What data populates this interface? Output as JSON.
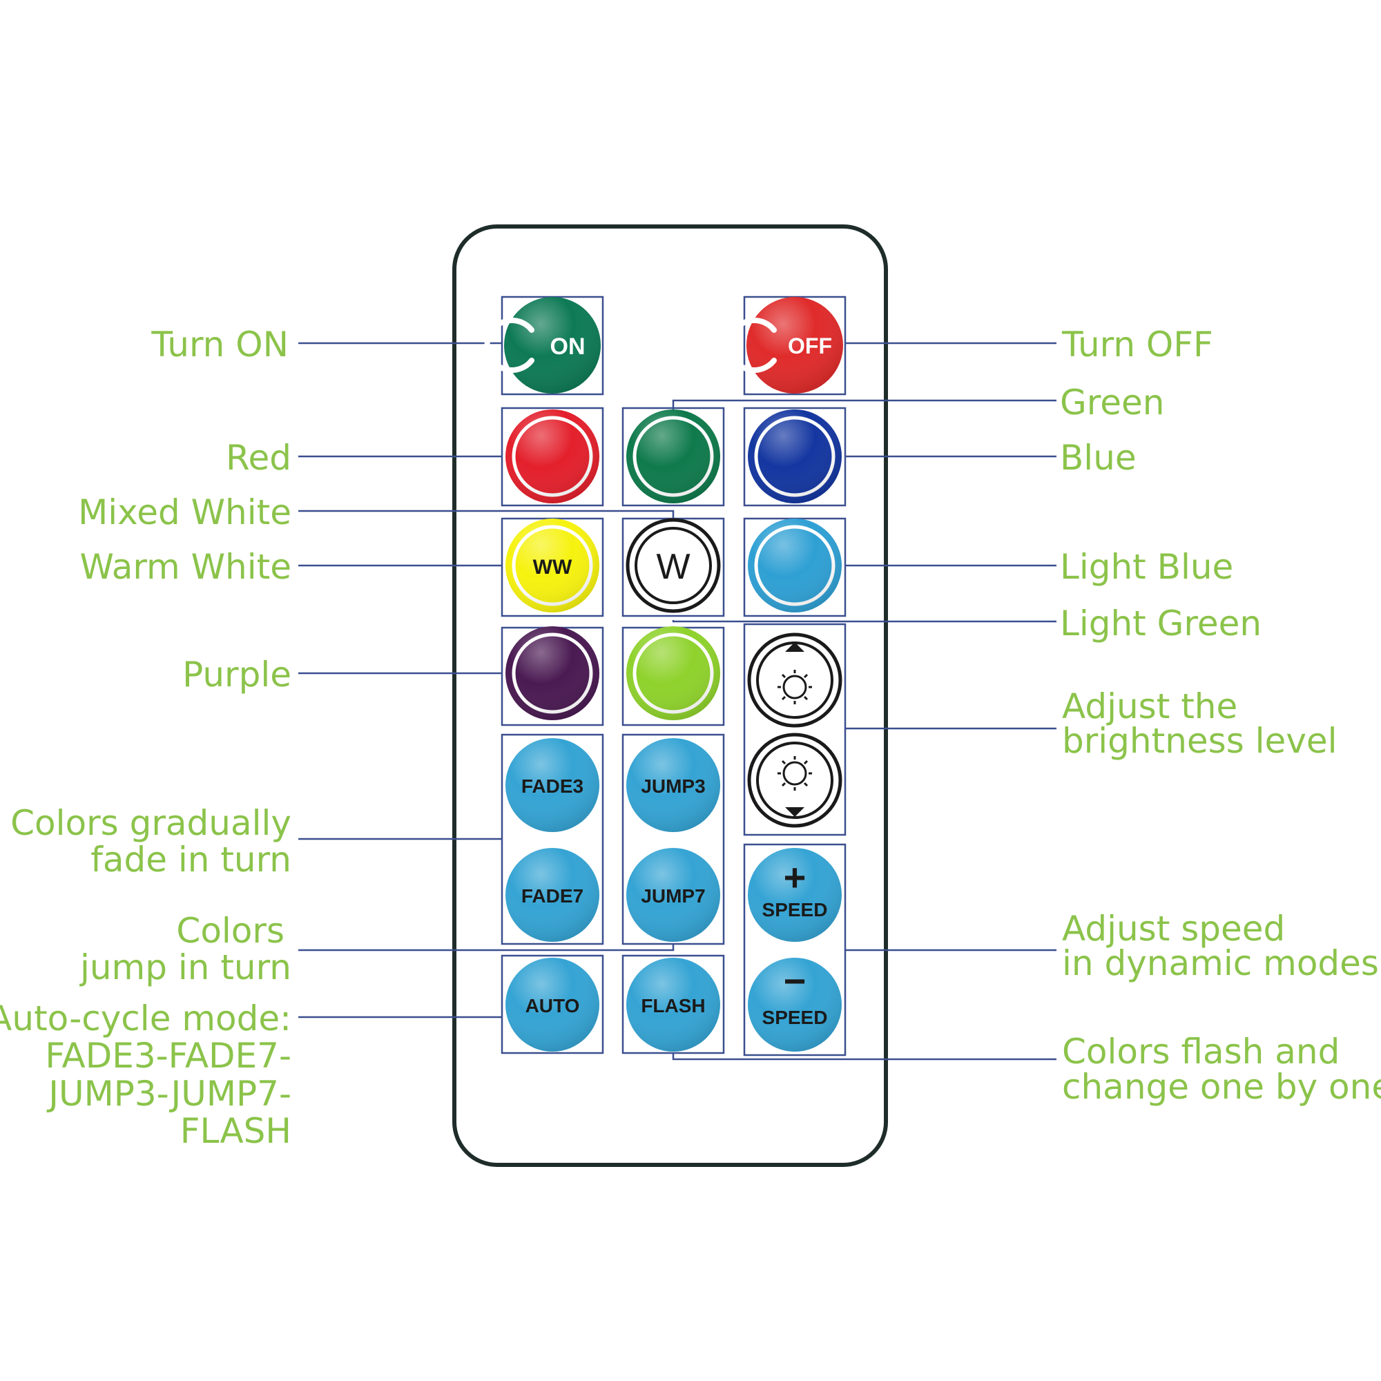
{
  "colors": {
    "label": "#8bc34a",
    "leader_line": "#3b4f8f",
    "remote_body": "#ffffff",
    "remote_border": "#1f2d2a",
    "button_on": "#0e7a55",
    "button_off": "#e02b2b",
    "button_red": "#e3202c",
    "button_green": "#0f7a4c",
    "button_blue": "#1436a0",
    "button_light_blue": "#2fa0d4",
    "button_warm_white": "#f6f20f",
    "button_mixed_white": "#ffffff",
    "button_purple": "#4a1a52",
    "button_light_green": "#8fd22c",
    "button_mode": "#35a4d4"
  },
  "buttons": {
    "on": "ON",
    "off": "OFF",
    "warm_white": "WW",
    "mixed_white": "W",
    "fade3": "FADE3",
    "jump3": "JUMP3",
    "fade7": "FADE7",
    "jump7": "JUMP7",
    "speed_up_symbol": "+",
    "speed_up": "SPEED",
    "speed_down_symbol": "−",
    "speed_down": "SPEED",
    "auto": "AUTO",
    "flash": "FLASH"
  },
  "icons": {
    "brightness_up": "sun-up-arrow-icon",
    "brightness_down": "sun-down-arrow-icon"
  },
  "labels": {
    "turn_on": "Turn ON",
    "turn_off": "Turn OFF",
    "green": "Green",
    "red": "Red",
    "blue": "Blue",
    "mixed_white": "Mixed White",
    "warm_white": "Warm White",
    "light_blue": "Light Blue",
    "light_green": "Light Green",
    "purple": "Purple",
    "brightness": [
      "Adjust the",
      "brightness level"
    ],
    "fade": [
      "Colors gradually",
      "fade in turn"
    ],
    "jump": [
      "Colors",
      "jump in turn"
    ],
    "speed": [
      "Adjust speed",
      "in dynamic modes"
    ],
    "auto": [
      "Auto-cycle mode:",
      "FADE3-FADE7-",
      "JUMP3-JUMP7-",
      "FLASH"
    ],
    "flash": [
      "Colors flash and",
      "change one by one"
    ]
  }
}
